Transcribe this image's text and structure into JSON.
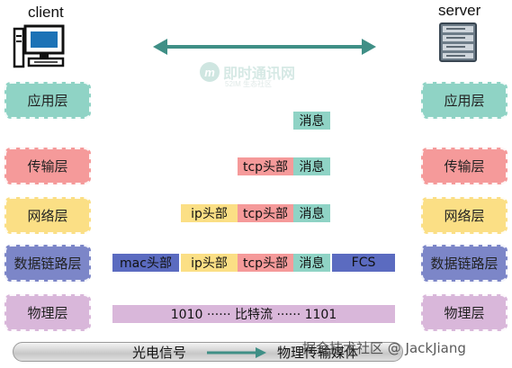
{
  "client_label": "client",
  "server_label": "server",
  "logo": {
    "badge": "m",
    "text": "即时通讯网",
    "sub": "52IM 生态社区"
  },
  "layers": [
    "应用层",
    "传输层",
    "网络层",
    "数据链路层",
    "物理层"
  ],
  "tags": {
    "msg": "消息",
    "tcp_header": "tcp头部",
    "ip_header": "ip头部",
    "mac_header": "mac头部",
    "fcs": "FCS",
    "bits": "1010 ······ 比特流 ······ 1101"
  },
  "bottom": {
    "from": "光电信号",
    "to": "物理传输媒体"
  },
  "watermark": "掘金技术社区 @ JackJiang",
  "colors": {
    "application": "#8fd3c5",
    "transport": "#f59a9a",
    "network": "#fbdf85",
    "datalink": "#7c86c8",
    "physical": "#d9b7da",
    "arrow": "#3f8f86"
  },
  "icons": [
    "computer-icon",
    "server-icon",
    "double-arrow-icon",
    "right-arrow-icon"
  ]
}
